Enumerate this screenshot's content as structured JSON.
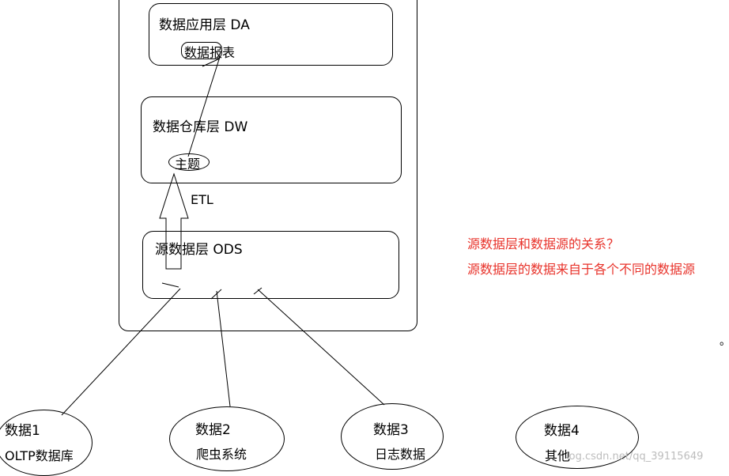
{
  "layers": {
    "da": {
      "title": "数据应用层  DA",
      "item": "数据报表"
    },
    "dw": {
      "title": "数据仓库层 DW",
      "item": "主题"
    },
    "ods": {
      "title": "源数据层 ODS"
    }
  },
  "etl_label": "ETL",
  "notes": {
    "question": "源数据层和数据源的关系？",
    "answer": "源数据层的数据来自于各个不同的数据源"
  },
  "trailing_mark": "。",
  "sources": [
    {
      "name": "数据1",
      "desc": "OLTP数据库"
    },
    {
      "name": "数据2",
      "desc": "爬虫系统"
    },
    {
      "name": "数据3",
      "desc": "日志数据"
    },
    {
      "name": "数据4",
      "desc": "其他"
    }
  ],
  "watermark": "log.csdn.net/qq_39115649",
  "colors": {
    "note": "#e8332b",
    "line": "#000000"
  }
}
